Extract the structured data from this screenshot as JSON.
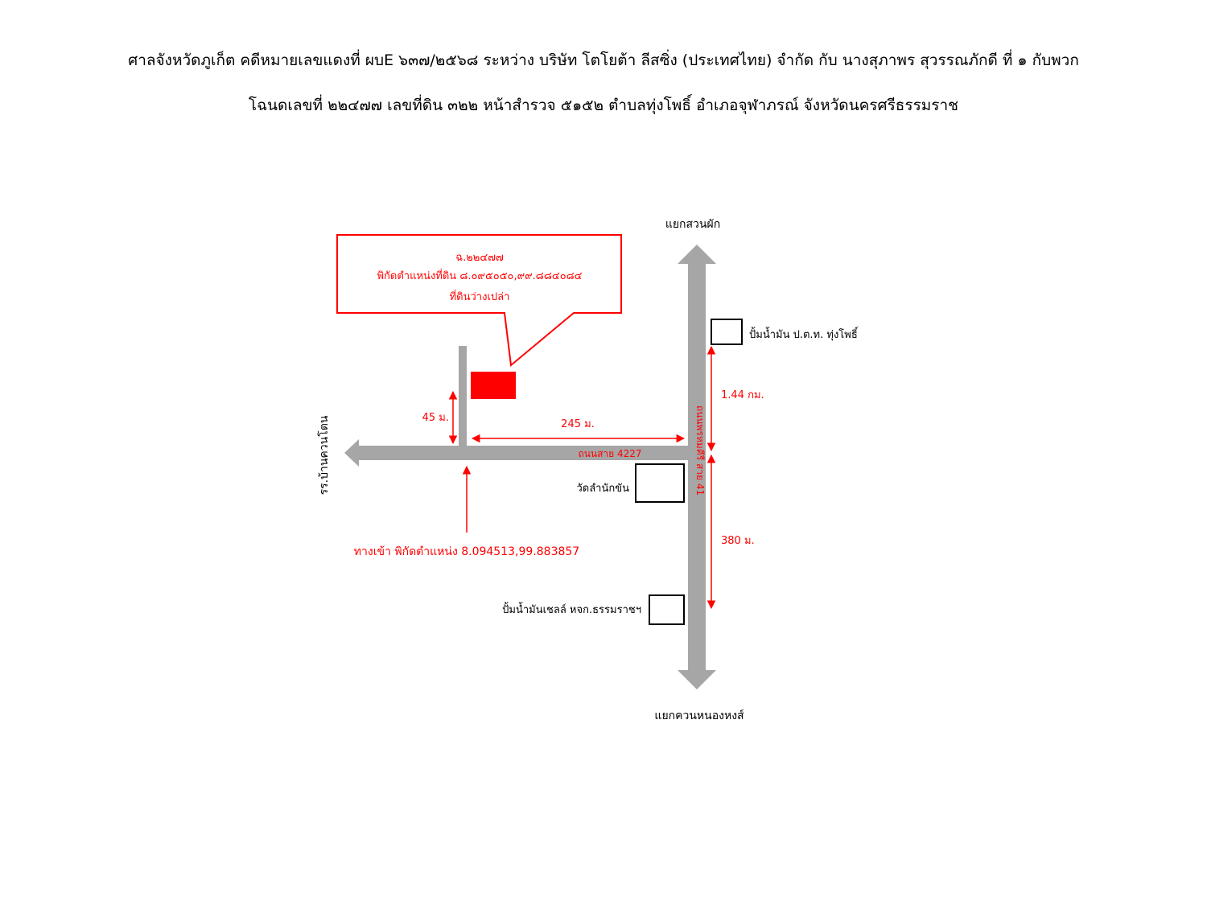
{
  "header": {
    "line1": "ศาลจังหวัดภูเก็ต คดีหมายเลขแดงที่ ผบE ๖๓๗/๒๕๖๘ ระหว่าง บริษัท โตโยต้า ลีสซิ่ง (ประเทศไทย) จำกัด กับ นางสุภาพร สุวรรณภักดี ที่ ๑ กับพวก",
    "line2": "โฉนดเลขที่ ๒๒๔๗๗ เลขที่ดิน ๓๒๒ หน้าสำรวจ ๕๑๕๒ ตำบลทุ่งโพธิ์ อำเภอจุฬาภรณ์ จังหวัดนครศรีธรรมราช"
  },
  "callout": {
    "line1": "ฉ.๒๒๔๗๗",
    "line2": "พิกัดตำแหน่งที่ดิน ๘.๐๙๕๐๕๐,๙๙.๘๘๔๐๘๔",
    "line3": "ที่ดินว่างเปล่า"
  },
  "directions": {
    "north": "แยกสวนผัก",
    "south": "แยกควนหนองหงส์",
    "west": "รร.บ้านควนโตน"
  },
  "roads": {
    "horizontal": "ถนนสาย 4227",
    "vertical": "ถนนพรหมคีรี สาย 41"
  },
  "landmarks": {
    "gas_ptt": "ปั้มน้ำมัน ป.ต.ท. ทุ่งโพธิ์",
    "temple": "วัดลำนักขัน",
    "gas_shell": "ปั้มน้ำมันเชลล์ หจก.ธรรมราชฯ"
  },
  "distances": {
    "to_ptt": "1.44 กม.",
    "to_shell": "380 ม.",
    "along_side_road": "45 ม.",
    "to_junction": "245 ม."
  },
  "entrance": {
    "label": "ทางเข้า พิกัดตำแหน่ง 8.094513,99.883857"
  },
  "colors": {
    "road": "#a6a6a6",
    "accent": "#ff0000",
    "text": "#000000"
  }
}
